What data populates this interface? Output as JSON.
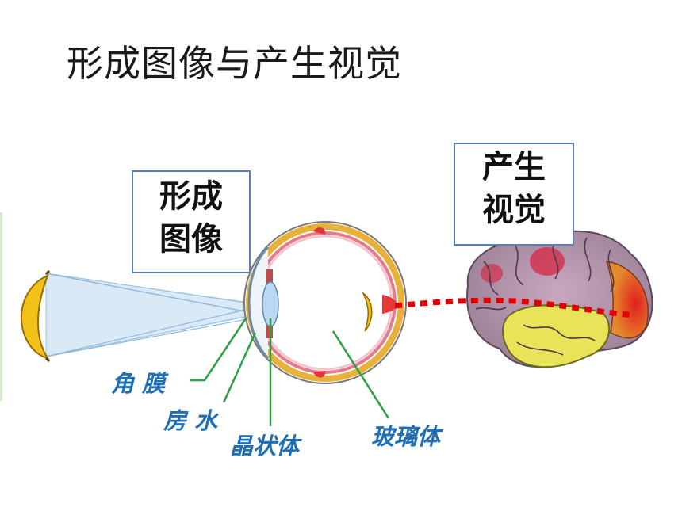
{
  "title": "形成图像与产生视觉",
  "form_box": {
    "line1": "形成",
    "line2": "图像"
  },
  "sense_box": {
    "line1": "产生",
    "line2": "视觉"
  },
  "labels": {
    "cornea": "角 膜",
    "aqueous": "房 水",
    "lens": "晶状体",
    "vitreous": "玻璃体"
  },
  "colors": {
    "box_border": "#5b7fb8",
    "label_text": "#1f6fb5",
    "pointer_line": "#2aa043",
    "nerve_dots": "#e00000"
  }
}
